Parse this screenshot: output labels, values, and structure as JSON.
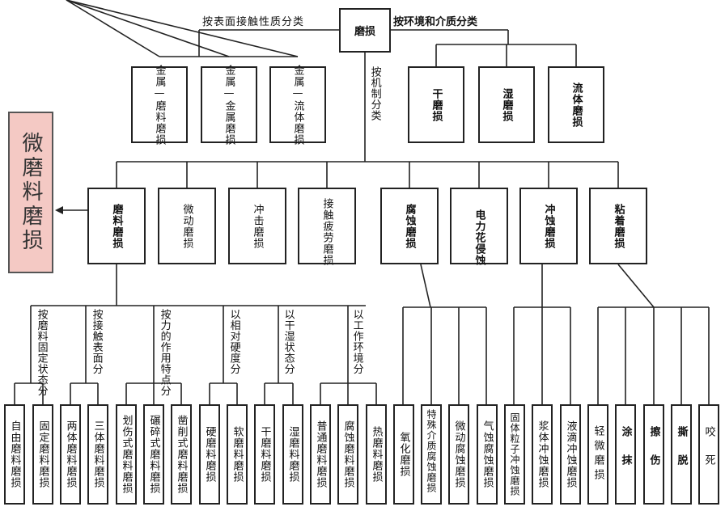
{
  "root": "磨损",
  "header_left": "按表面接触性质分类",
  "header_right": "按环境和介质分类",
  "mechanism_label": "按机制分类",
  "contact_boxes": [
    "金属—磨料磨损",
    "金属—金属磨损",
    "金属—流体磨损"
  ],
  "env_boxes": [
    "干磨损",
    "湿磨损",
    "流体磨损"
  ],
  "highlight": "微磨料磨损",
  "mechanism_boxes": [
    "磨料磨损",
    "微动磨损",
    "冲击磨损",
    "接触疲劳磨损",
    "腐蚀磨损",
    "电力花侵蚀",
    "冲蚀磨损",
    "粘着磨损"
  ],
  "sub_labels": [
    "按磨料固定状态分",
    "按接触表面分",
    "按力的作用特点分",
    "以相对硬度分",
    "以干湿状态分",
    "以工作环境分"
  ],
  "leaf_boxes": [
    "自由磨料磨损",
    "固定磨料磨损",
    "两体磨料磨损",
    "三体磨料磨损",
    "划伤式磨料磨损",
    "碾碎式磨料磨损",
    "凿削式磨料磨损",
    "硬磨料磨损",
    "软磨料磨损",
    "干磨料磨损",
    "湿磨料磨损",
    "普通磨料磨损",
    "腐蚀磨料磨损",
    "热磨料磨损",
    "氧化磨损",
    "特殊介质腐蚀磨损",
    "微动腐蚀磨损",
    "气蚀腐蚀磨损",
    "固体粒子冲蚀磨损",
    "浆体冲蚀磨损",
    "液滴冲蚀磨损",
    "轻微磨损",
    "涂抹",
    "擦伤",
    "撕脱",
    "咬死"
  ]
}
